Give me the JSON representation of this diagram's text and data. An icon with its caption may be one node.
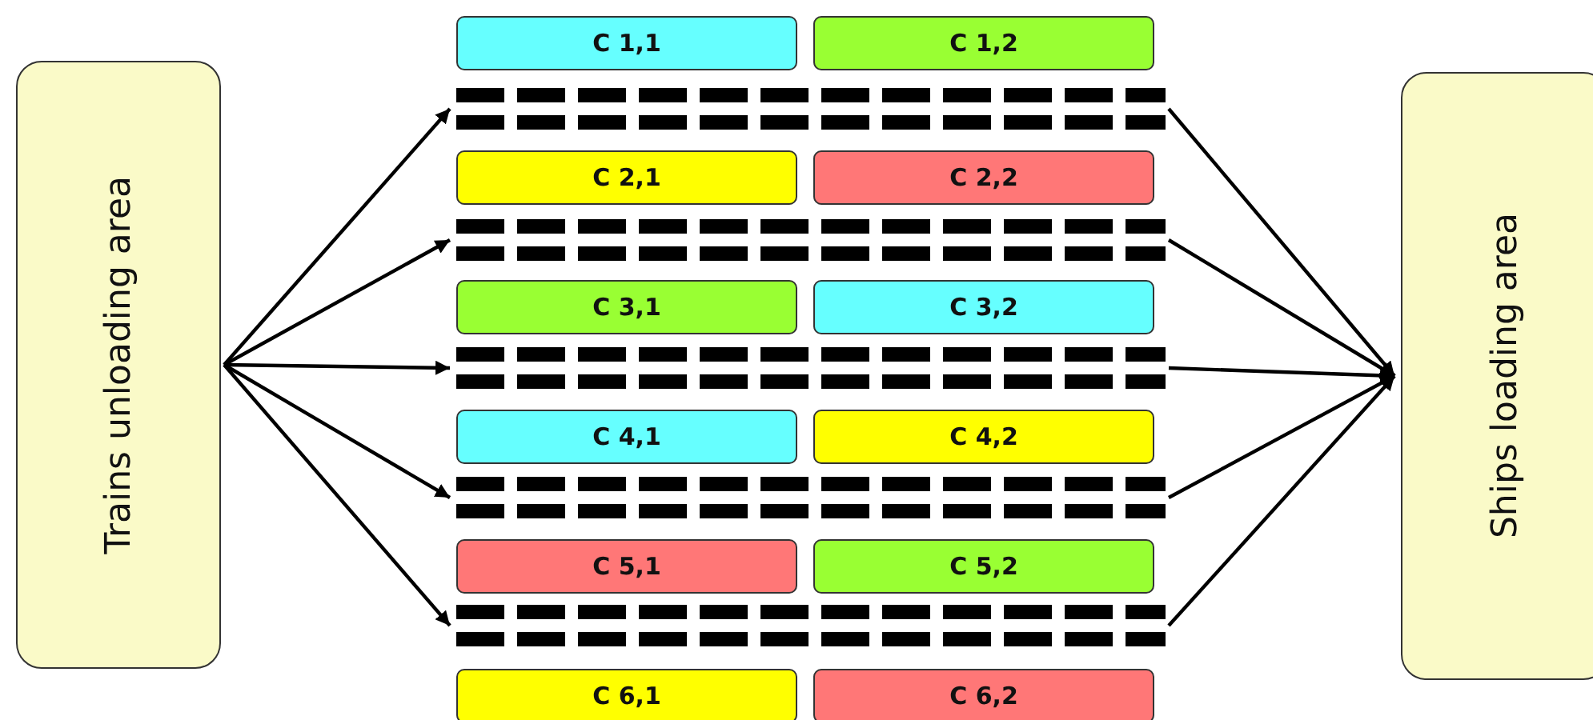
{
  "diagram": {
    "nodes": [
      {
        "text": [
          "Trains unloading area"
        ]
      },
      {
        "text": [
          "Ships loading area"
        ]
      },
      {
        "text": [
          "C 1,1"
        ]
      },
      {
        "text": [
          "C 1,2"
        ]
      },
      {
        "text": [],
        "shape": "bar"
      },
      {
        "text": [
          "C 2,1"
        ]
      },
      {
        "text": [
          "C 2,2"
        ]
      },
      {
        "text": [],
        "shape": "bar"
      },
      {
        "text": [
          "C 3,1"
        ]
      },
      {
        "text": [
          "C 3,2"
        ]
      },
      {
        "text": [],
        "shape": "bar"
      },
      {
        "text": [
          "C 4,1"
        ]
      },
      {
        "text": [
          "C 4,2"
        ]
      },
      {
        "text": [],
        "shape": "bar"
      },
      {
        "text": [
          "C 5,1"
        ]
      },
      {
        "text": [
          "C 5,2"
        ]
      },
      {
        "text": [],
        "shape": "bar"
      },
      {
        "text": [
          "C 6,1"
        ]
      },
      {
        "text": [
          "C 6,2"
        ]
      }
    ],
    "edges": [
      {
        "from": 0,
        "to": 4,
        "arrow": "to"
      },
      {
        "from": 0,
        "to": 7,
        "arrow": "to"
      },
      {
        "from": 0,
        "to": 10,
        "arrow": "to"
      },
      {
        "from": 0,
        "to": 13,
        "arrow": "to"
      },
      {
        "from": 0,
        "to": 16,
        "arrow": "to"
      },
      {
        "from": 4,
        "to": 1,
        "arrow": "to"
      },
      {
        "from": 7,
        "to": 1,
        "arrow": "to"
      },
      {
        "from": 10,
        "to": 1,
        "arrow": "to"
      },
      {
        "from": 13,
        "to": 1,
        "arrow": "to"
      },
      {
        "from": 16,
        "to": 1,
        "arrow": "to"
      }
    ]
  }
}
